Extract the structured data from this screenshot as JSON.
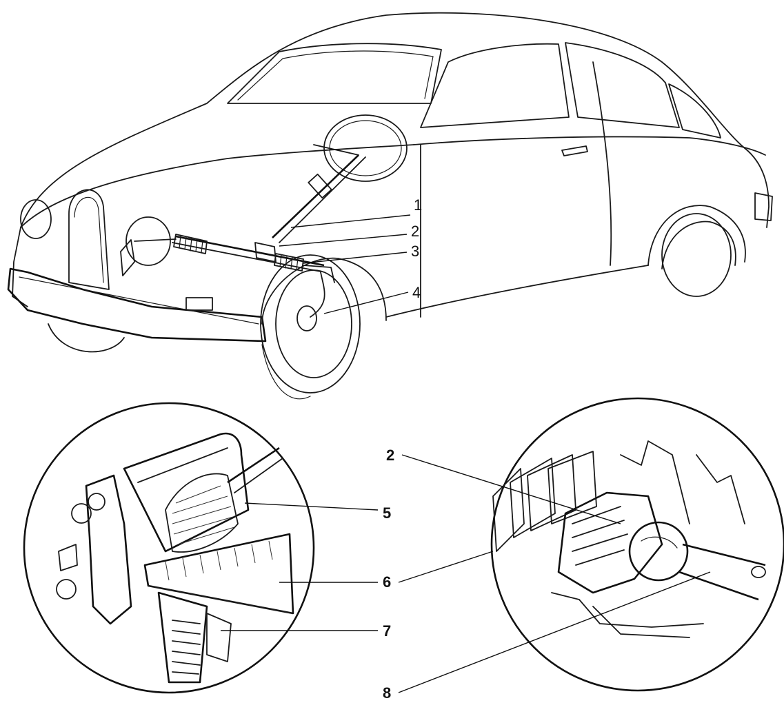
{
  "diagram": {
    "main_callouts": [
      "1",
      "2",
      "3",
      "4"
    ],
    "detail_left_callouts": [
      "5",
      "6",
      "7"
    ],
    "detail_right_callouts": [
      "2",
      "8"
    ]
  }
}
